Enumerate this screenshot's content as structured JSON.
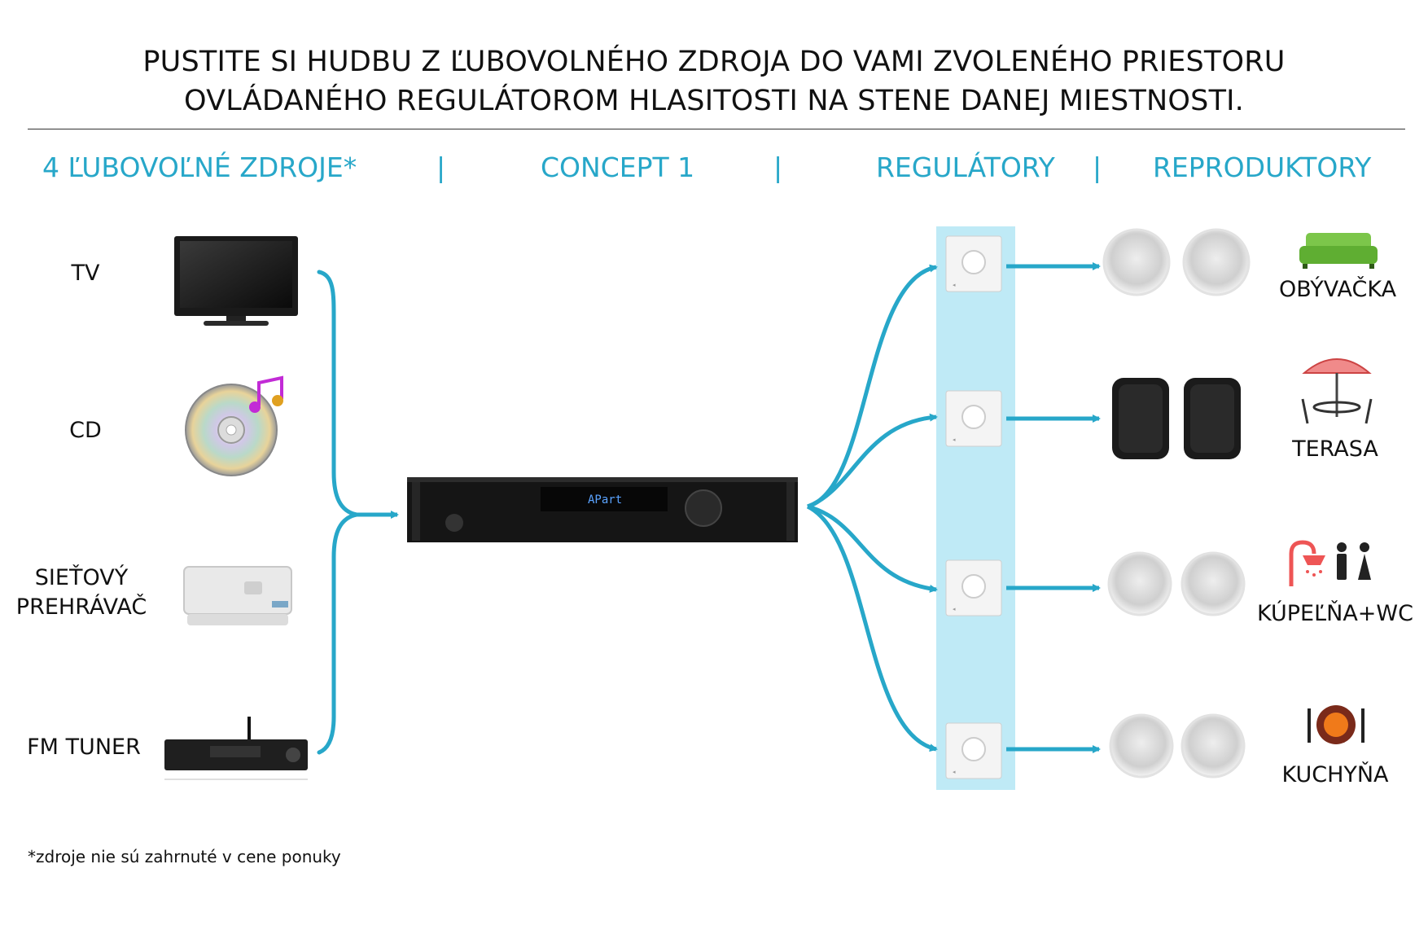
{
  "title": {
    "line1": "PUSTITE SI HUDBU Z ĽUBOVOLNÉHO ZDROJA DO VAMI ZVOLENÉHO PRIESTORU",
    "line2": "OVLÁDANÉHO REGULÁTOROM HLASITOSTI NA STENE DANEJ MIESTNOSTI."
  },
  "headers": {
    "sources": "4 ĽUBOVOĽNÉ ZDROJE*",
    "concept": "CONCEPT 1",
    "regulators": "REGULÁTORY",
    "speakers": "REPRODUKTORY",
    "separator": "|"
  },
  "sources": [
    {
      "label": "TV",
      "icon": "tv-icon"
    },
    {
      "label": "CD",
      "icon": "cd-icon"
    },
    {
      "label_line1": "SIEŤOVÝ",
      "label_line2": "PREHRÁVAČ",
      "icon": "network-player-icon"
    },
    {
      "label": "FM TUNER",
      "icon": "fm-tuner-icon"
    }
  ],
  "amplifier": {
    "display_text": "APart",
    "icon": "amplifier-icon"
  },
  "rooms": [
    {
      "label": "OBÝVAČKA",
      "icon": "sofa-icon",
      "speaker_type": "ceiling"
    },
    {
      "label": "TERASA",
      "icon": "patio-table-icon",
      "speaker_type": "wall-box"
    },
    {
      "label": "KÚPEĽŇA+WC",
      "icon": "shower-wc-icon",
      "speaker_type": "ceiling"
    },
    {
      "label": "KUCHYŇA",
      "icon": "dining-icon",
      "speaker_type": "ceiling"
    }
  ],
  "footnote": "*zdroje nie sú zahrnuté v cene ponuky",
  "colors": {
    "accent": "#27a7c9",
    "regulator_band": "#bfeaf6"
  }
}
